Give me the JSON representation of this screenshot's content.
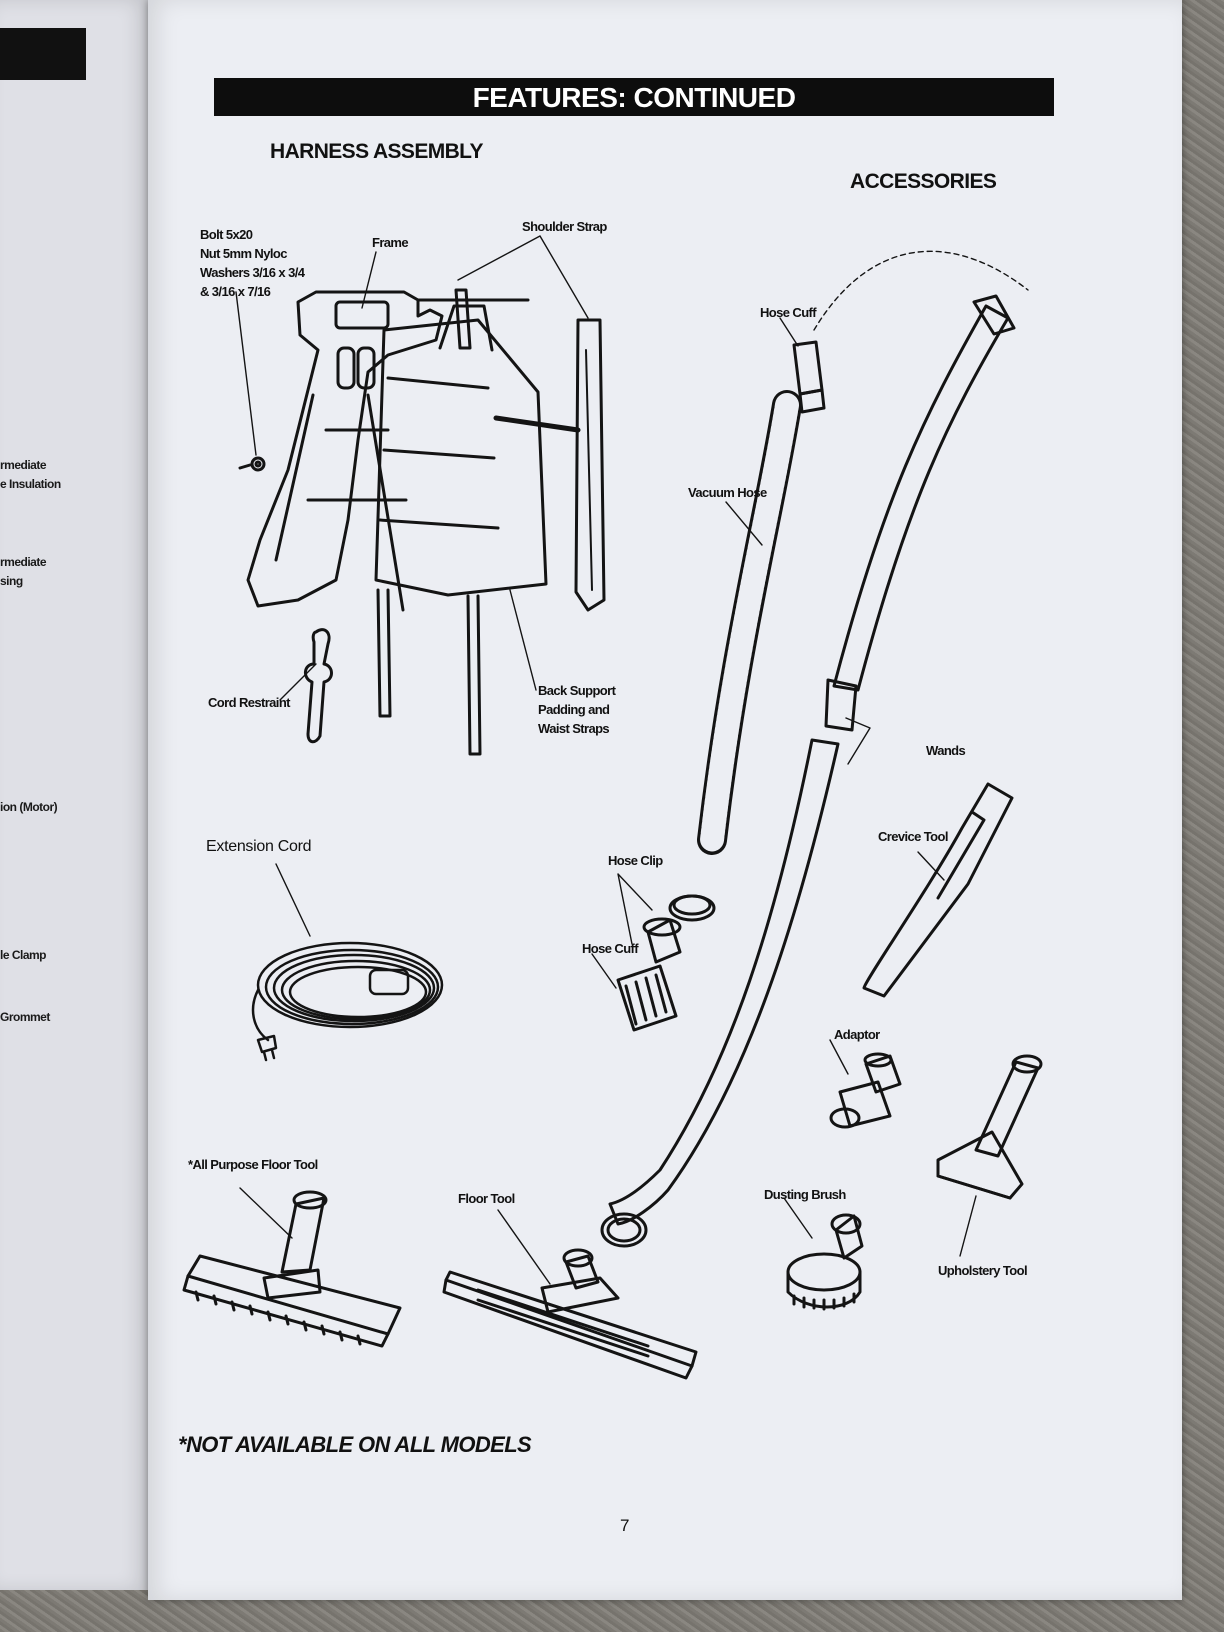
{
  "left_page": {
    "fragments": [
      "rmediate",
      "e Insulation",
      "rmediate",
      "sing",
      "ion (Motor)",
      "le Clamp",
      "Grommet"
    ]
  },
  "header": {
    "title": "FEATURES: CONTINUED"
  },
  "harness": {
    "heading": "HARNESS ASSEMBLY",
    "hardware_lines": [
      "Bolt 5x20",
      "Nut 5mm Nyloc",
      "Washers 3/16 x 3/4",
      "& 3/16 x 7/16"
    ],
    "frame": "Frame",
    "shoulder_strap": "Shoulder Strap",
    "cord_restraint": "Cord Restraint",
    "back_support_lines": [
      "Back Support",
      "Padding and",
      "Waist Straps"
    ]
  },
  "extension_cord": "Extension Cord",
  "accessories": {
    "heading": "ACCESSORIES",
    "hose_cuff_top": "Hose Cuff",
    "vacuum_hose": "Vacuum Hose",
    "wands": "Wands",
    "crevice_tool": "Crevice Tool",
    "hose_clip": "Hose Clip",
    "hose_cuff_bottom": "Hose Cuff",
    "adaptor": "Adaptor",
    "dusting_brush": "Dusting Brush",
    "upholstery_tool": "Upholstery Tool"
  },
  "floor_tools": {
    "all_purpose": "*All Purpose Floor Tool",
    "floor_tool": "Floor Tool"
  },
  "footer": {
    "note": "*NOT AVAILABLE ON ALL MODELS",
    "page_number": "7"
  }
}
